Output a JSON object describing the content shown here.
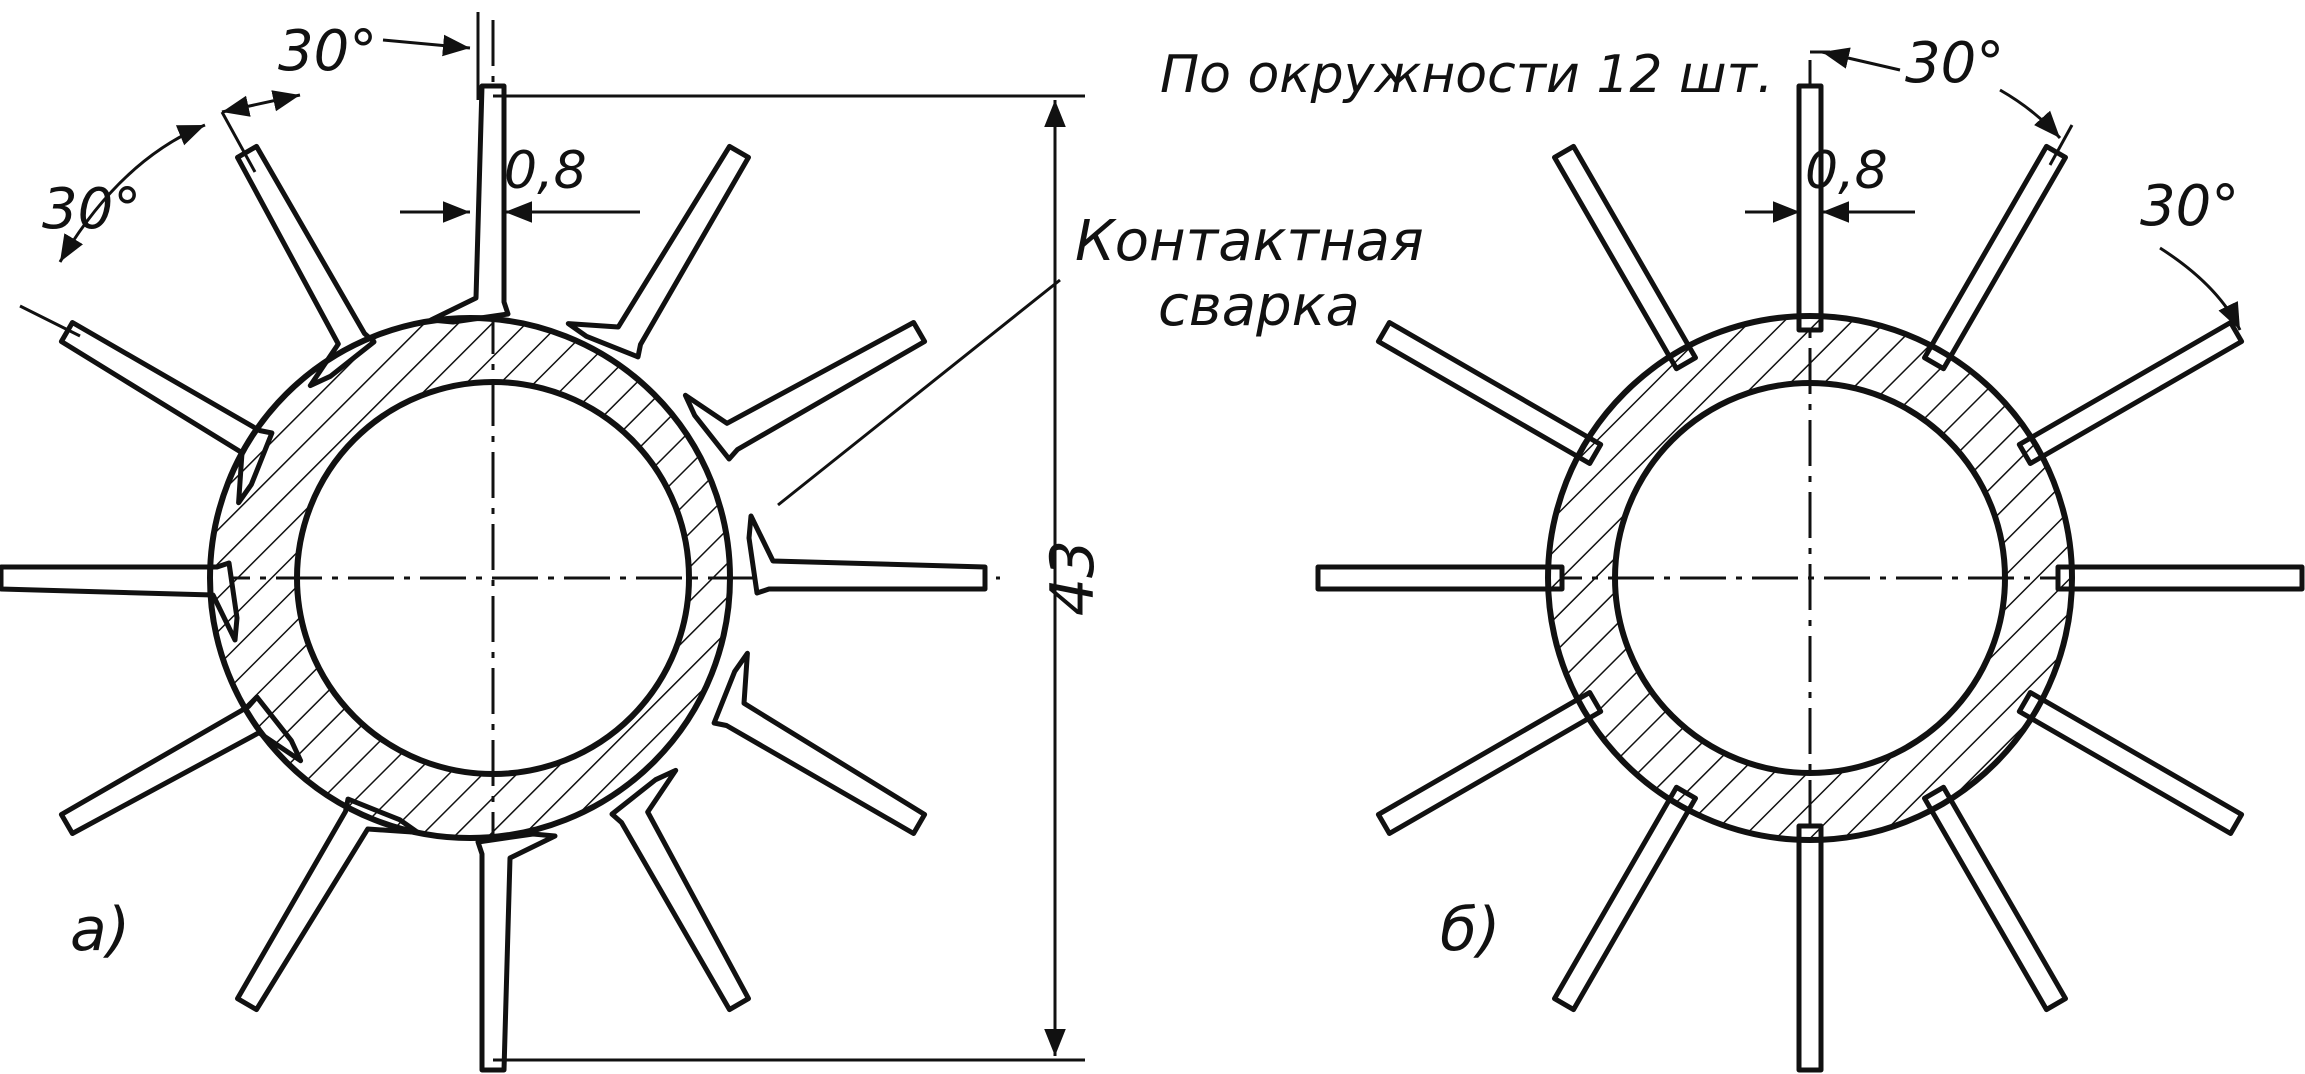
{
  "labels": {
    "angle_left_top": "30°",
    "angle_left_side": "30°",
    "thickness_left": "0,8",
    "welding_line1": "Контактная",
    "welding_line2": "сварка",
    "height": "43",
    "view_a": "а)",
    "count_note": "По окружности 12 шт.",
    "angle_right_top": "30°",
    "thickness_right": "0,8",
    "angle_right_side": "30°",
    "view_b": "б)"
  },
  "views": {
    "a": {
      "fin_count": 12,
      "fin_type": "bent"
    },
    "b": {
      "fin_count": 12,
      "fin_type": "straight"
    }
  },
  "colors": {
    "ink": "#111111",
    "paper": "#ffffff"
  }
}
